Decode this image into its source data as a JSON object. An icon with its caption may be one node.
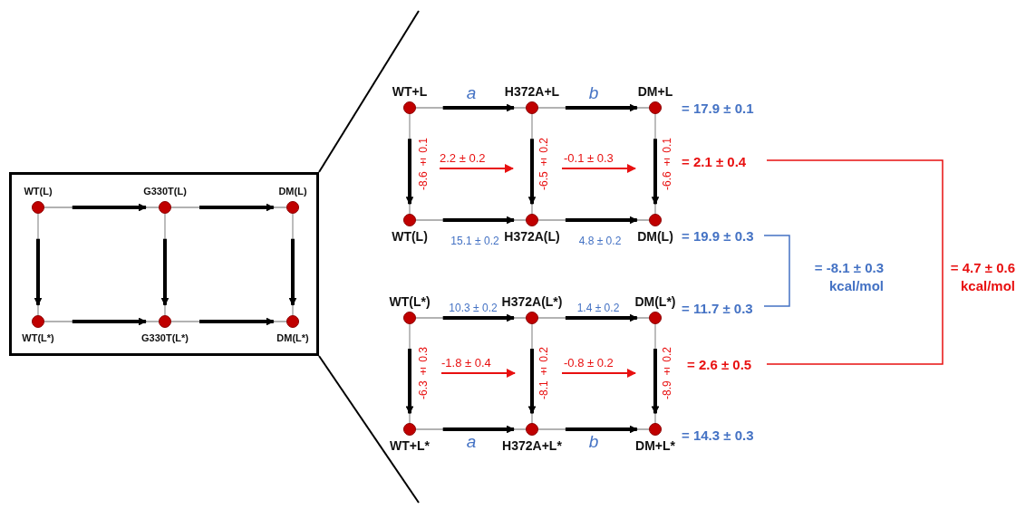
{
  "diagram": {
    "nodes": [
      {
        "text": [],
        "shape": "box"
      },
      {
        "text": [
          "WT(L)"
        ],
        "in": 0
      },
      {
        "text": [
          "G330T(L)"
        ],
        "in": 0
      },
      {
        "text": [
          "DM(L)"
        ],
        "in": 0
      },
      {
        "text": [
          "WT(L*)"
        ],
        "in": 0
      },
      {
        "text": [
          "G330T(L*)"
        ],
        "in": 0
      },
      {
        "text": [
          "DM(L*)"
        ],
        "in": 0
      },
      {
        "text": [
          "WT+L"
        ]
      },
      {
        "text": [
          "H372A+L"
        ]
      },
      {
        "text": [
          "DM+L"
        ]
      },
      {
        "text": [
          "WT(L)"
        ]
      },
      {
        "text": [
          "H372A(L)"
        ]
      },
      {
        "text": [
          "DM(L)"
        ]
      },
      {
        "text": [
          "WT(L*)"
        ]
      },
      {
        "text": [
          "H372A(L*)"
        ]
      },
      {
        "text": [
          "DM(L*)"
        ]
      },
      {
        "text": [
          "WT+L*"
        ]
      },
      {
        "text": [
          "H372A+L*"
        ]
      },
      {
        "text": [
          "DM+L*"
        ]
      }
    ],
    "edges": [
      {
        "from": 1,
        "to": 2,
        "arrow": "to"
      },
      {
        "from": 2,
        "to": 3,
        "arrow": "to"
      },
      {
        "from": 4,
        "to": 5,
        "arrow": "to"
      },
      {
        "from": 5,
        "to": 6,
        "arrow": "to"
      },
      {
        "from": 1,
        "to": 4,
        "arrow": "to"
      },
      {
        "from": 2,
        "to": 5,
        "arrow": "to"
      },
      {
        "from": 3,
        "to": 6,
        "arrow": "to"
      },
      {
        "from": 7,
        "to": 8,
        "arrow": "to",
        "label": "a"
      },
      {
        "from": 8,
        "to": 9,
        "arrow": "to",
        "label": "b"
      },
      {
        "from": 10,
        "to": 11,
        "arrow": "to",
        "label": "15.1 ± 0.2"
      },
      {
        "from": 11,
        "to": 12,
        "arrow": "to",
        "label": "4.8 ± 0.2"
      },
      {
        "from": 7,
        "to": 10,
        "arrow": "to",
        "label": "-8.6 ± 0.1"
      },
      {
        "from": 8,
        "to": 11,
        "arrow": "to",
        "label": "-6.5 ± 0.2"
      },
      {
        "from": 9,
        "to": 12,
        "arrow": "to",
        "label": "-6.6 ± 0.1"
      },
      {
        "from": 13,
        "to": 14,
        "arrow": "to",
        "label": "10.3 ± 0.2"
      },
      {
        "from": 14,
        "to": 15,
        "arrow": "to",
        "label": "1.4 ± 0.2"
      },
      {
        "from": 16,
        "to": 17,
        "arrow": "to",
        "label": "a"
      },
      {
        "from": 17,
        "to": 18,
        "arrow": "to",
        "label": "b"
      },
      {
        "from": 13,
        "to": 16,
        "arrow": "to",
        "label": "-6.3 ± 0.3"
      },
      {
        "from": 14,
        "to": 17,
        "arrow": "to",
        "label": "-8.1 ± 0.2"
      },
      {
        "from": 15,
        "to": 18,
        "arrow": "to",
        "label": "-8.9 ± 0.2"
      }
    ],
    "labels": [
      "= 17.9 ± 0.1",
      "2.2 ± 0.2",
      "-0.1 ± 0.3",
      "= 2.1 ± 0.4",
      "= 19.9 ± 0.3",
      "= -8.1 ± 0.3 kcal/mol",
      "= 4.7 ± 0.6 kcal/mol",
      "= 11.7 ± 0.3",
      "-1.8 ± 0.4",
      "-0.8 ± 0.2",
      "= 2.6 ± 0.5",
      "= 14.3 ± 0.3"
    ]
  }
}
